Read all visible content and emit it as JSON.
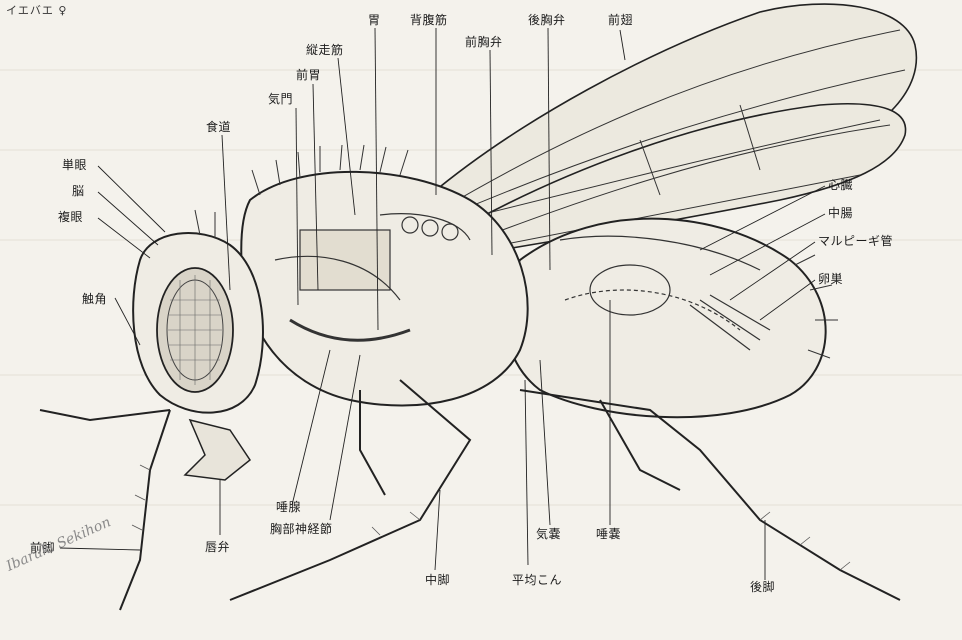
{
  "diagram": {
    "title": "イエバエ ♀",
    "signature": "Ibaraki Sekihon",
    "labels": {
      "simple_eye": "単眼",
      "brain": "脳",
      "compound_eye": "複眼",
      "antenna": "触角",
      "esophagus": "食道",
      "spiracle_upper": "気門",
      "foregut": "前胃",
      "longitudinal_muscle": "縦走筋",
      "stomach": "胃",
      "dorsal_abdominal_muscle": "背腹筋",
      "anterior_thoracic_valve": "前胸弁",
      "posterior_thoracic_valve": "後胸弁",
      "forewing": "前翅",
      "heart": "心臓",
      "midgut": "中腸",
      "malpighian_tubule": "マルピーギ管",
      "ovary": "卵巣",
      "salivary_gland": "唾腺",
      "thoracic_ganglion": "胸部神経節",
      "spiracle_lower": "気嚢",
      "air_sac": "唾嚢",
      "proboscis": "唇弁",
      "foreleg": "前脚",
      "midleg": "中脚",
      "haltere": "平均こん",
      "hindleg": "後脚"
    }
  }
}
